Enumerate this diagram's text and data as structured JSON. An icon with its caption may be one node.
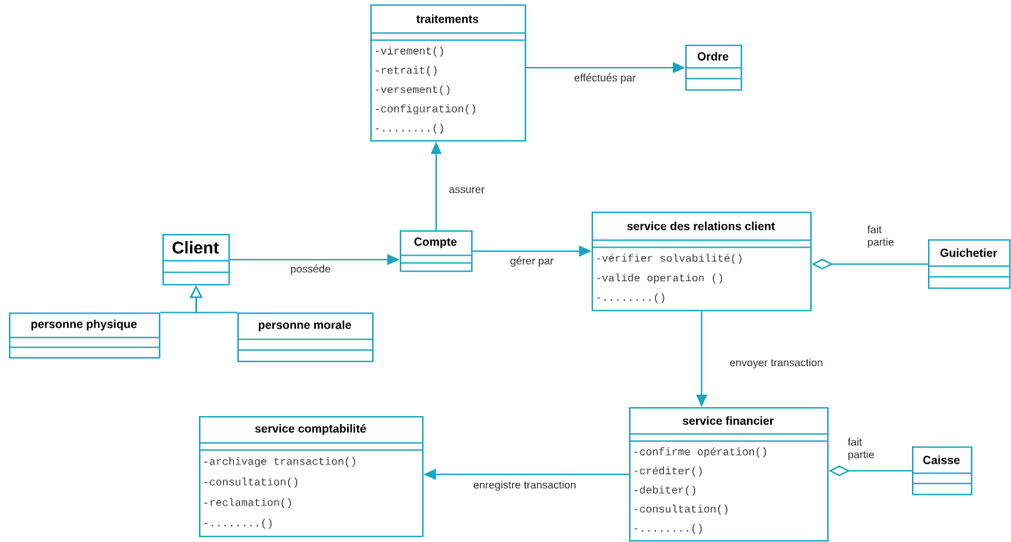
{
  "diagram": {
    "nodes": [
      {
        "text": [
          "traitements",
          "-virement()",
          "-retrait()",
          "-versement()",
          "-configuration()",
          "-........()"
        ]
      },
      {
        "text": [
          "Ordre"
        ]
      },
      {
        "text": [
          "Client"
        ]
      },
      {
        "text": [
          "personne physique"
        ]
      },
      {
        "text": [
          "personne morale"
        ]
      },
      {
        "text": [
          "Compte"
        ]
      },
      {
        "text": [
          "service des relations client",
          "-vérifier solvabilité()",
          "-valide operation ()",
          "-........()"
        ]
      },
      {
        "text": [
          "Guichetier"
        ]
      },
      {
        "text": [
          "service financier",
          "-confirme opération()",
          "-créditer()",
          "-debiter()",
          "-consultation()",
          "-........()"
        ]
      },
      {
        "text": [
          "Caisse"
        ]
      },
      {
        "text": [
          "service comptabilité",
          "-archivage transaction()",
          "-consultation()",
          "-reclamation()",
          "-........()"
        ]
      }
    ],
    "edges": [
      {
        "from": 0,
        "to": 1,
        "arrow": "to",
        "label": "efféctués par"
      },
      {
        "from": 5,
        "to": 0,
        "arrow": "to",
        "label": "assurer"
      },
      {
        "from": 2,
        "to": 5,
        "arrow": "to",
        "label": "posséde"
      },
      {
        "from": 3,
        "to": 2,
        "arrow": "to"
      },
      {
        "from": 4,
        "to": 2,
        "arrow": "to"
      },
      {
        "from": 5,
        "to": 6,
        "arrow": "to",
        "label": "gérer par"
      },
      {
        "from": 7,
        "to": 6,
        "arrow": "other",
        "label": "fait partie"
      },
      {
        "from": 6,
        "to": 8,
        "arrow": "to",
        "label": "envoyer transaction"
      },
      {
        "from": 8,
        "to": 10,
        "arrow": "to",
        "label": "enregistre transaction"
      },
      {
        "from": 9,
        "to": 8,
        "arrow": "other",
        "label": "fait partie"
      }
    ]
  }
}
